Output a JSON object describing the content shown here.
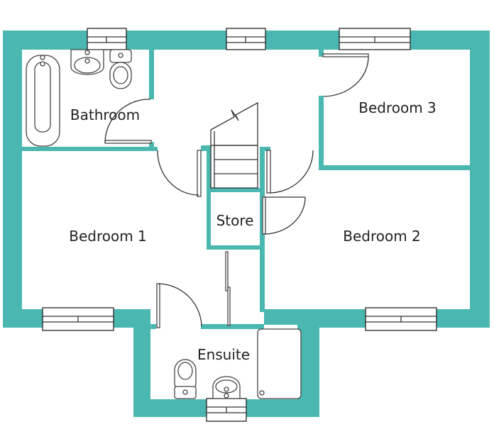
{
  "colors": {
    "wall": "#4AB8B0",
    "line": "#333333",
    "background": "#ffffff"
  },
  "rooms": {
    "bathroom": "Bathroom",
    "bedroom3": "Bedroom 3",
    "store": "Store",
    "bedroom1": "Bedroom 1",
    "bedroom2": "Bedroom 2",
    "ensuite": "Ensuite"
  }
}
